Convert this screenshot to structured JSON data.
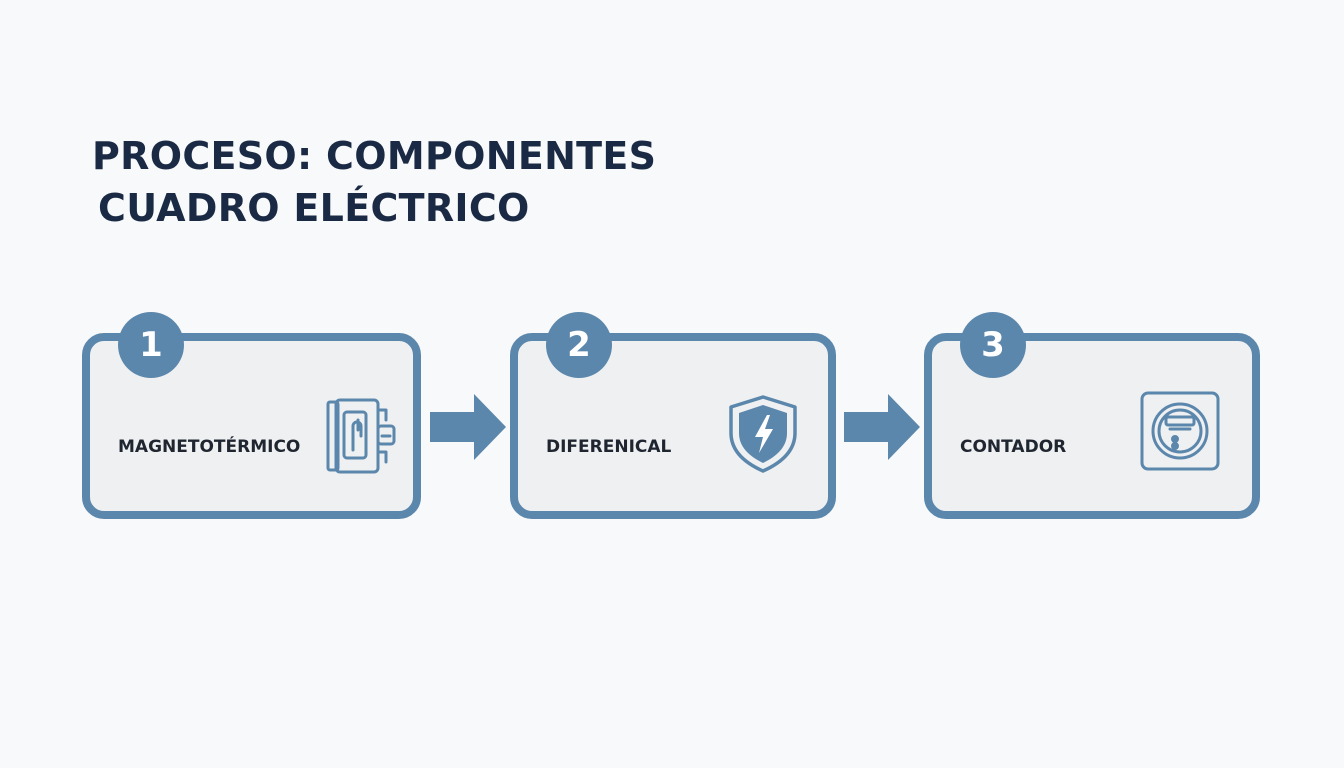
{
  "title": {
    "line1": "PROCESO: COMPONENTES",
    "line2": "CUADRO ELÉCTRICO"
  },
  "colors": {
    "accent": "#5c87ac",
    "background": "#f8f9fa",
    "card_fill": "#eef0f2",
    "title_text": "#1b2a44"
  },
  "steps": [
    {
      "number": "1",
      "label": "MAGNETOTÉRMICO",
      "icon": "circuit-breaker-icon"
    },
    {
      "number": "2",
      "label": "DIFERENICAL",
      "icon": "shield-lightning-icon"
    },
    {
      "number": "3",
      "label": "CONTADOR",
      "icon": "electric-meter-icon"
    }
  ]
}
